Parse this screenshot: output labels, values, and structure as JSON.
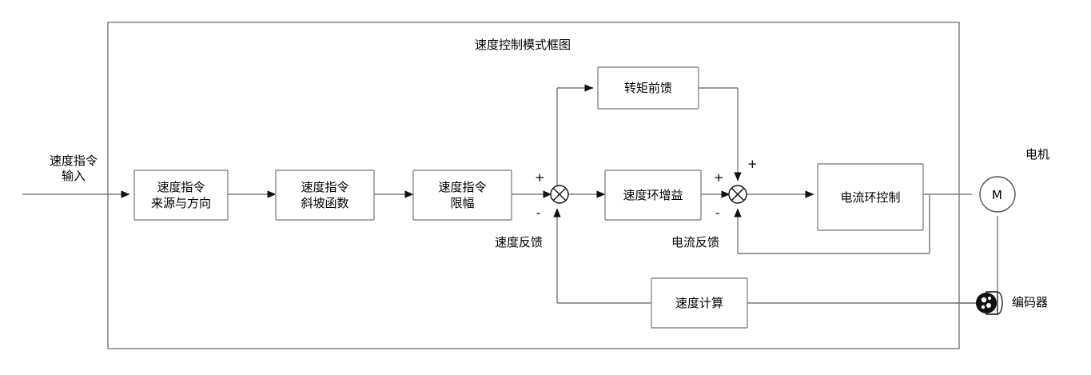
{
  "diagram": {
    "title": "速度控制模式框图",
    "input_label_line1": "速度指令",
    "input_label_line2": "输入",
    "blocks": [
      {
        "id": "cmd-source",
        "line1": "速度指令",
        "line2": "来源与方向"
      },
      {
        "id": "cmd-ramp",
        "line1": "速度指令",
        "line2": "斜坡函数"
      },
      {
        "id": "cmd-limit",
        "line1": "速度指令",
        "line2": "限幅"
      },
      {
        "id": "torque-ff",
        "line1": "转矩前馈",
        "line2": ""
      },
      {
        "id": "speed-gain",
        "line1": "速度环增益",
        "line2": ""
      },
      {
        "id": "current-loop",
        "line1": "电流环控制",
        "line2": ""
      },
      {
        "id": "speed-calc",
        "line1": "速度计算",
        "line2": ""
      }
    ],
    "signals": {
      "speed_feedback": "速度反馈",
      "current_feedback": "电流反馈"
    },
    "summing_junctions": [
      {
        "id": "sum-speed",
        "plus_left": "+",
        "minus_bottom": "-"
      },
      {
        "id": "sum-current",
        "plus_left": "+",
        "plus_top": "+",
        "minus_bottom": "-"
      }
    ],
    "motor": {
      "symbol": "M",
      "label": "电机"
    },
    "encoder": {
      "label": "编码器"
    },
    "colors": {
      "wire": "#7a7a7a",
      "box_border": "#8a8a8a",
      "text": "#000000",
      "arrow": "#111111",
      "background": "#ffffff"
    }
  }
}
